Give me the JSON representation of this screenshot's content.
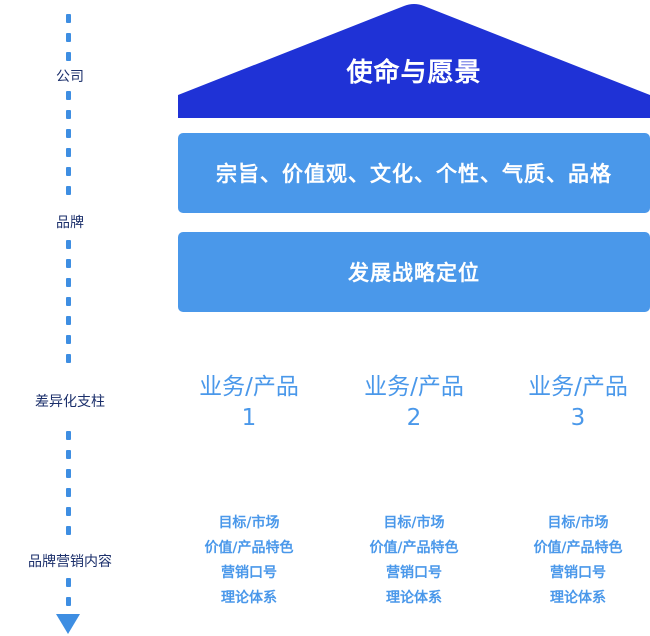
{
  "side_labels": [
    "公司",
    "品牌",
    "差异化支柱",
    "品牌营销内容"
  ],
  "roof_title": "使命与愿景",
  "bands": [
    "宗旨、价值观、文化、个性、气质、品格",
    "发展战略定位"
  ],
  "pillars": [
    {
      "line1": "业务/产品",
      "line2": "1"
    },
    {
      "line1": "业务/产品",
      "line2": "2"
    },
    {
      "line1": "业务/产品",
      "line2": "3"
    }
  ],
  "contents": [
    [
      "目标/市场",
      "价值/产品特色",
      "营销口号",
      "理论体系"
    ],
    [
      "目标/市场",
      "价值/产品特色",
      "营销口号",
      "理论体系"
    ],
    [
      "目标/市场",
      "价值/产品特色",
      "营销口号",
      "理论体系"
    ]
  ],
  "colors": {
    "roof": "#1f32d6",
    "band": "#4a98ea",
    "accent": "#3e8ee2",
    "side_text": "#1b2f6b"
  }
}
